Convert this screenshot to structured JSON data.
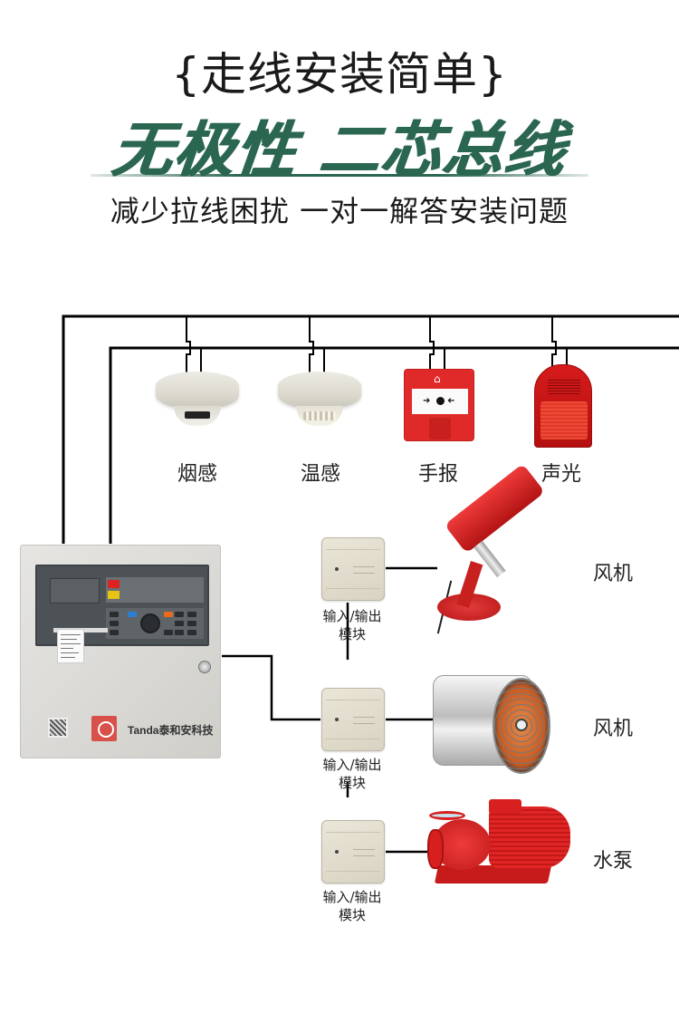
{
  "header": {
    "title": "{走线安装简单}",
    "slogan": "无极性  二芯总线",
    "subtitle": "减少拉线困扰 一对一解答安装问题"
  },
  "colors": {
    "slogan_green": "#2a6650",
    "wire": "#000000",
    "device_red": "#e02a2a",
    "module_beige": "#e2ddce"
  },
  "bus_devices": [
    {
      "id": "smoke-detector",
      "label": "烟感",
      "icon": "smoke-detector-icon"
    },
    {
      "id": "heat-detector",
      "label": "温感",
      "icon": "heat-detector-icon"
    },
    {
      "id": "manual-call-point",
      "label": "手报",
      "icon": "manual-call-point-icon"
    },
    {
      "id": "sounder-strobe",
      "label": "声光",
      "icon": "sounder-strobe-icon"
    }
  ],
  "controller": {
    "brand": "Tanda泰和安科技",
    "icon": "fire-alarm-control-panel-icon"
  },
  "module_rows": [
    {
      "module_label_line1": "输入/输出",
      "module_label_line2": "模块",
      "equipment_label": "风机",
      "equipment_icon": "fan-device-icon"
    },
    {
      "module_label_line1": "输入/输出",
      "module_label_line2": "模块",
      "equipment_label": "风机",
      "equipment_icon": "axial-fan-icon"
    },
    {
      "module_label_line1": "输入/输出",
      "module_label_line2": "模块",
      "equipment_label": "水泵",
      "equipment_icon": "water-pump-icon"
    }
  ]
}
